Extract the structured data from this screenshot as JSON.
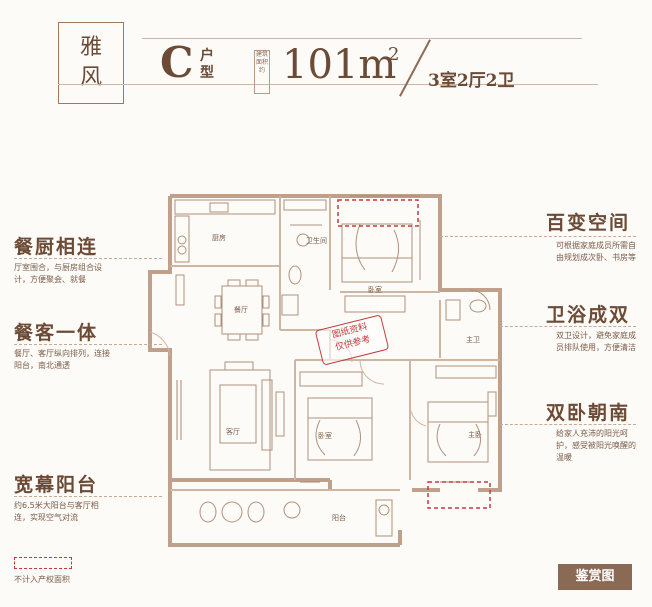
{
  "header": {
    "brand": [
      "雅",
      "风"
    ],
    "unit_letter": "C",
    "unit_word": "户型",
    "series_tag": "建筑面积约",
    "area": "101m",
    "area_sup": "2",
    "layout": "3室2厅2卫"
  },
  "features": [
    {
      "title": "餐厨相连",
      "desc": "厅室围合，与厨房组合设计，方便聚会、就餐"
    },
    {
      "title": "餐客一体",
      "desc": "餐厅、客厅纵向排列，连接阳台，南北通透"
    },
    {
      "title": "宽幕阳台",
      "desc": "约6.5米大阳台与客厅相连，实现空气对流"
    },
    {
      "title": "百变空间",
      "desc": "可根据家庭成员所需自由规划成次卧、书房等"
    },
    {
      "title": "卫浴成双",
      "desc": "双卫设计，避免家庭成员排队使用，方便清洁"
    },
    {
      "title": "双卧朝南",
      "desc": "给家人充沛的阳光呵护，感受被阳光唤醒的温暖"
    }
  ],
  "rooms": {
    "kitchen": "厨房",
    "bathroom": "卫生间",
    "bedroom_n": "卧室",
    "dining": "餐厅",
    "master_bath": "主卫",
    "living": "客厅",
    "bedroom_s": "卧室",
    "master_bedroom": "主卧",
    "balcony": "阳台"
  },
  "stamp": "图纸资料\n仅供参考",
  "legend": "不计入产权面积",
  "view_button": "鉴赏图"
}
